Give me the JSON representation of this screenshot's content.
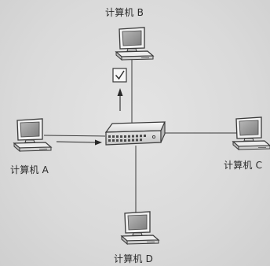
{
  "labels": {
    "computer_a": "计算机 A",
    "computer_b": "计算机 B",
    "computer_c": "计算机 C",
    "computer_d": "计算机 D"
  },
  "icons": {
    "computer_a": "desktop-computer-icon",
    "computer_b": "desktop-computer-icon",
    "computer_c": "desktop-computer-icon",
    "computer_d": "desktop-computer-icon",
    "hub": "network-switch-icon",
    "accepted": "checkbox-check-icon"
  },
  "colors": {
    "background": "#dcdcdc",
    "line": "#3c3c3c",
    "device_body": "#eeeeee",
    "screen": "#9a9a9a"
  }
}
